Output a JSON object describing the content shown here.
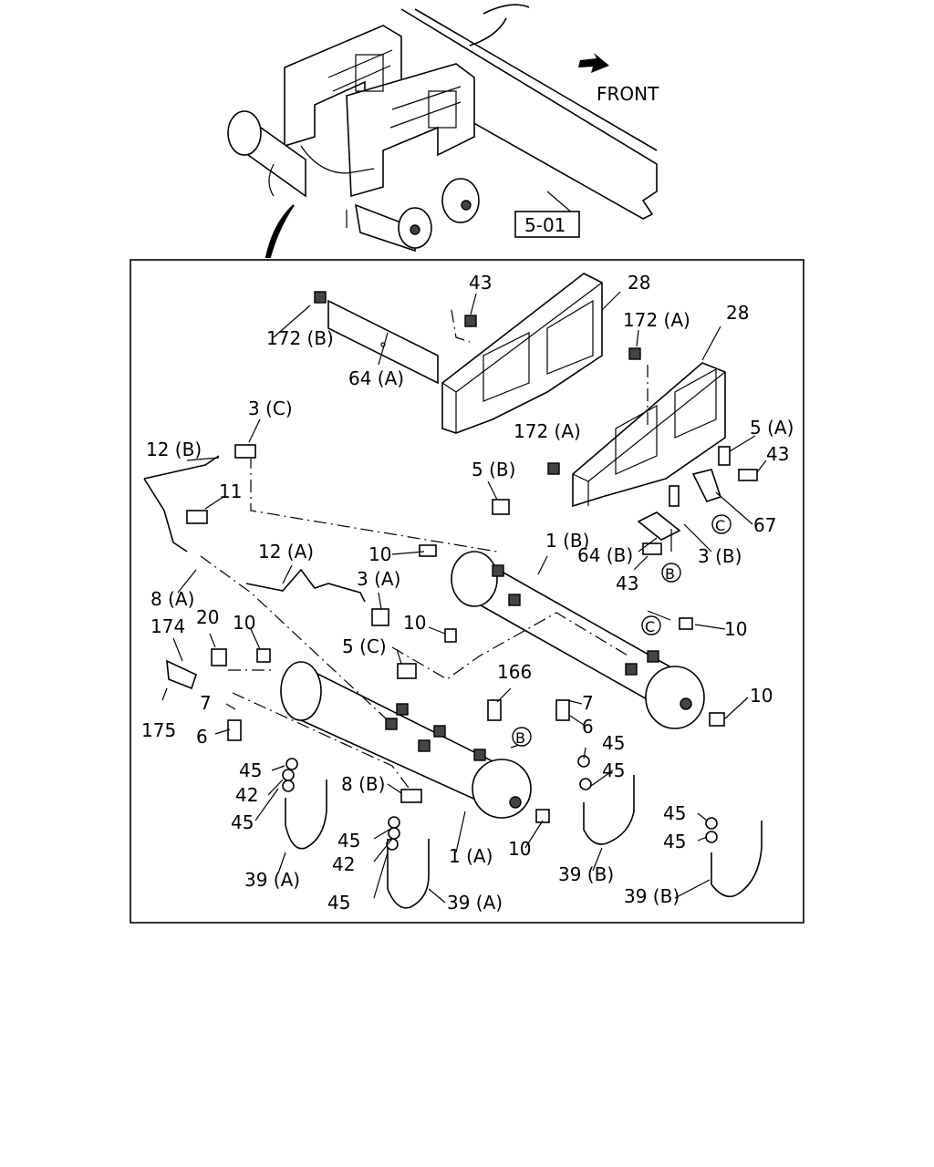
{
  "header": {
    "front_label": "FRONT",
    "reference_label": "5-01"
  },
  "callouts": {
    "c43_top": "43",
    "c28_left": "28",
    "c28_right": "28",
    "c172b": "172 (B)",
    "c64a": "64 (A)",
    "c172a_top": "172 (A)",
    "c172a_mid": "172 (A)",
    "c3c": "3 (C)",
    "c12b": "12 (B)",
    "c11": "11",
    "c5b": "5 (B)",
    "c5a": "5 (A)",
    "c43_right": "43",
    "c67": "67",
    "c64b": "64 (B)",
    "c3b": "3 (B)",
    "c43_low": "43",
    "c1b": "1 (B)",
    "c12a": "12 (A)",
    "c10_a": "10",
    "c3a": "3 (A)",
    "c8a": "8 (A)",
    "c174": "174",
    "c20": "20",
    "c10_b": "10",
    "c10_c": "10",
    "c5c": "5 (C)",
    "c10_d": "10",
    "c166": "166",
    "c7_left": "7",
    "c7_right": "7",
    "c175": "175",
    "c6_left": "6",
    "c6_right": "6",
    "c10_e": "10",
    "c45_a": "45",
    "c45_b": "45",
    "c45_c": "45",
    "c42_a": "42",
    "c45_d": "45",
    "c8b": "8 (B)",
    "c10_f": "10",
    "c45_e": "45",
    "c42_b": "42",
    "c1a": "1 (A)",
    "c45_f": "45",
    "c39a_left": "39 (A)",
    "c39a_right": "39 (A)",
    "c39b_mid": "39 (B)",
    "c45_g": "45",
    "c45_h": "45",
    "c39b_right": "39 (B)"
  },
  "circle_markers": {
    "b_top": "B",
    "b_low": "B",
    "c_top": "C",
    "c_low": "C"
  }
}
